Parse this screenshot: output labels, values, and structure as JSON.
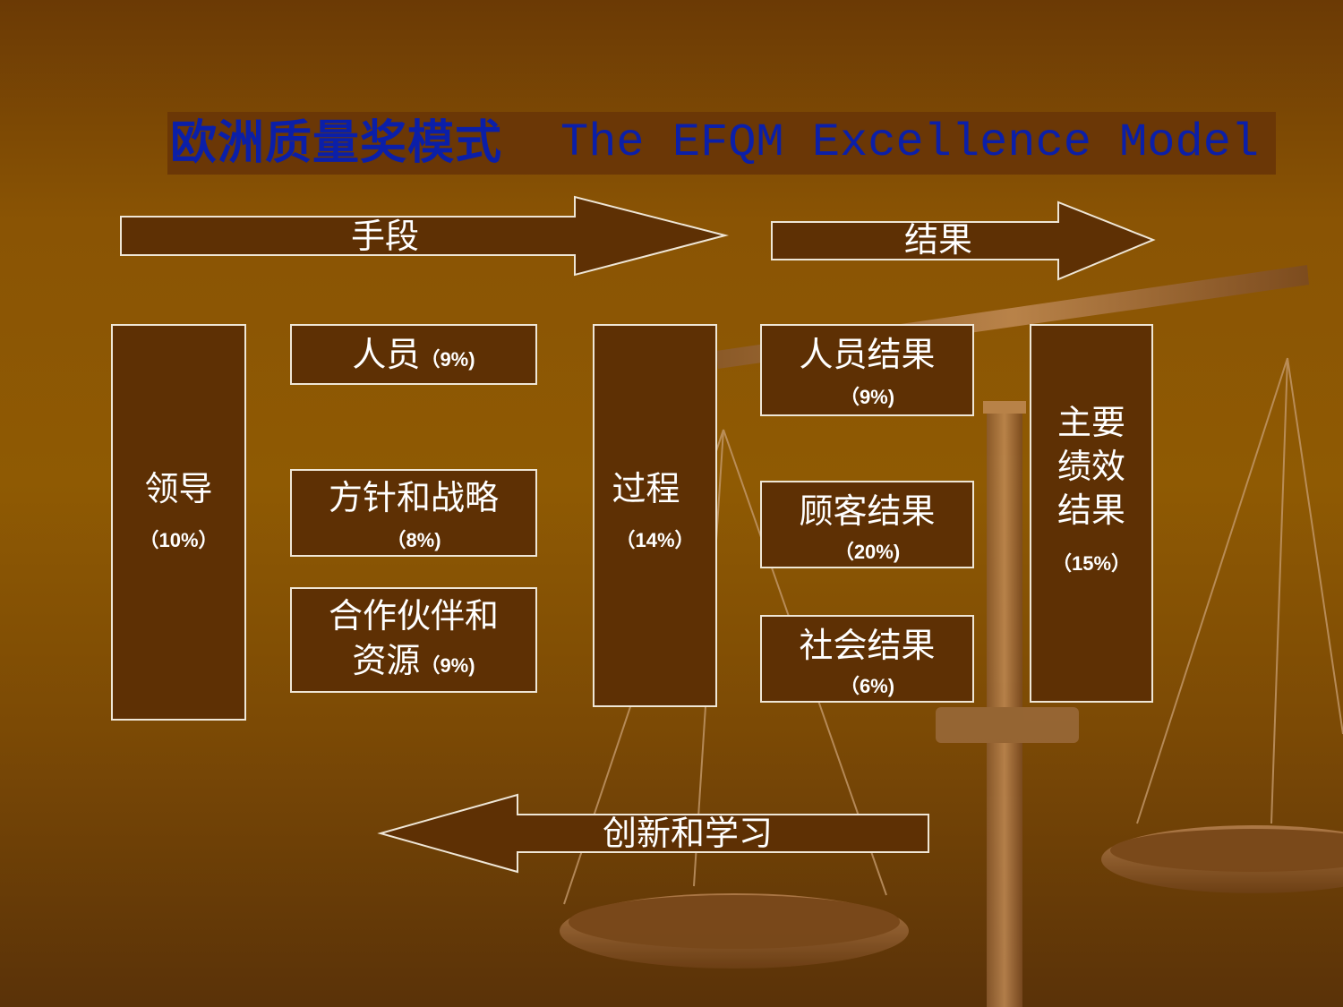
{
  "title": {
    "cn": "欧洲质量奖模式",
    "en": "The EFQM Excellence Model"
  },
  "arrows": {
    "enablers": "手段",
    "results": "结果",
    "innovation": "创新和学习"
  },
  "boxes": {
    "leadership": {
      "label": "领导",
      "pct": "（10%）"
    },
    "people": {
      "label": "人员",
      "pct": "（9%)"
    },
    "policy": {
      "label": "方针和战略",
      "pct": "（8%)"
    },
    "partnerships": {
      "line1": "合作伙伴和",
      "line2": "资源",
      "pct": "（9%)"
    },
    "processes": {
      "label": "过程",
      "pct": "（14%）"
    },
    "people_results": {
      "label": "人员结果",
      "pct": "（9%)"
    },
    "customer_results": {
      "label": "顾客结果",
      "pct": "（20%)"
    },
    "society_results": {
      "label": "社会结果",
      "pct": "（6%)"
    },
    "key_results": {
      "line1": "主要",
      "line2": "绩效",
      "line3": "结果",
      "pct": "（15%）"
    }
  },
  "colors": {
    "box_fill": "#5e3004",
    "box_border": "#efe6d6",
    "title_text": "#0b1fa8",
    "title_bar": "#6b3706"
  }
}
